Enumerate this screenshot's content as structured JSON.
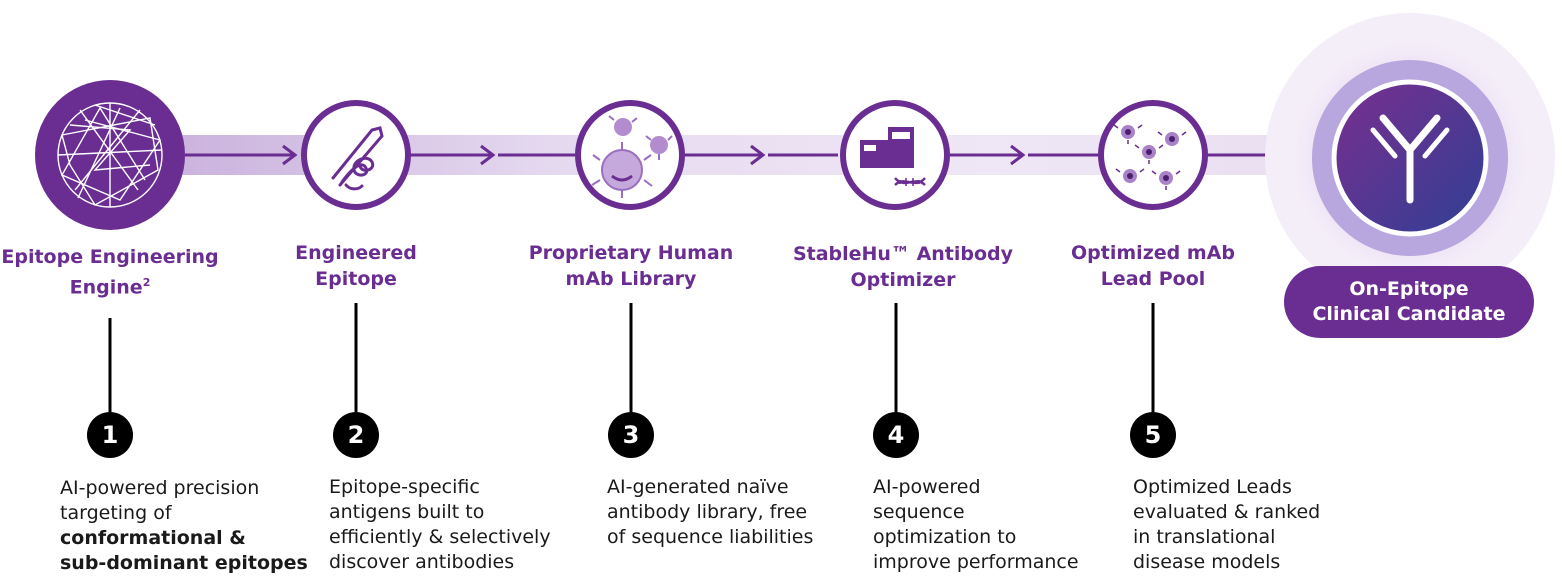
{
  "steps": [
    {
      "title_line1": "Epitope Engineering",
      "title_line2": "Engine",
      "title_sup": "2",
      "number": "1",
      "desc_line1": "AI-powered precision",
      "desc_line2": "targeting of",
      "desc_bold1": "conformational &",
      "desc_bold2": "sub-dominant epitopes",
      "icon": "network-sphere-icon"
    },
    {
      "title_line1": "Engineered",
      "title_line2": "Epitope",
      "number": "2",
      "desc_line1": "Epitope-specific",
      "desc_line2": "antigens built to",
      "desc_line3": "efficiently & selectively",
      "desc_line4": "discover antibodies",
      "icon": "protein-ribbon-icon"
    },
    {
      "title_line1": "Proprietary Human",
      "title_line2": "mAb Library",
      "number": "3",
      "desc_line1": "AI-generated naïve",
      "desc_line2": "antibody library, free",
      "desc_line3": "of sequence liabilities",
      "icon": "cells-icon"
    },
    {
      "title_line1": "StableHu™ Antibody",
      "title_line2": "Optimizer",
      "number": "4",
      "desc_line1": "AI-powered",
      "desc_line2": "sequence",
      "desc_line3": "optimization to",
      "desc_line4": "improve performance",
      "icon": "lab-dna-icon"
    },
    {
      "title_line1": "Optimized mAb",
      "title_line2": "Lead Pool",
      "number": "5",
      "desc_line1": "Optimized Leads",
      "desc_line2": "evaluated & ranked",
      "desc_line3": "in translational",
      "desc_line4": "disease models",
      "icon": "lead-cells-icon"
    }
  ],
  "final": {
    "line1": "On-Epitope",
    "line2": "Clinical Candidate",
    "icon": "antibody-icon"
  },
  "colors": {
    "purple": "#6a2d91",
    "light_purple": "#c9b0dc",
    "badge": "#000000"
  }
}
